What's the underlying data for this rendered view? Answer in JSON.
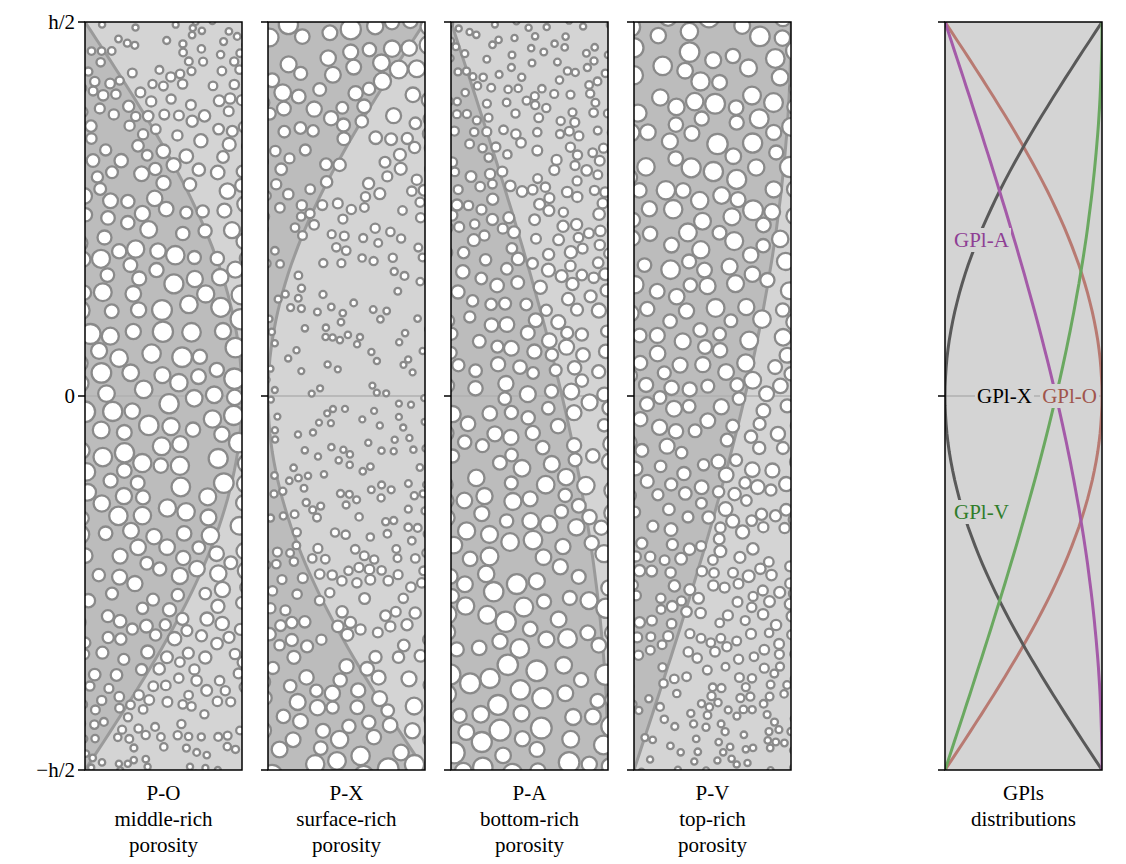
{
  "diagram": {
    "labels": [
      "h/2",
      "0",
      "−h/2",
      "P-O middle-rich porosity",
      "P-X surface-rich porosity",
      "P-A bottom-rich porosity",
      "P-V top-rich porosity",
      "GPls distributions",
      "GPl-A",
      "GPl-X",
      "GPl-O",
      "GPl-V"
    ]
  }
}
